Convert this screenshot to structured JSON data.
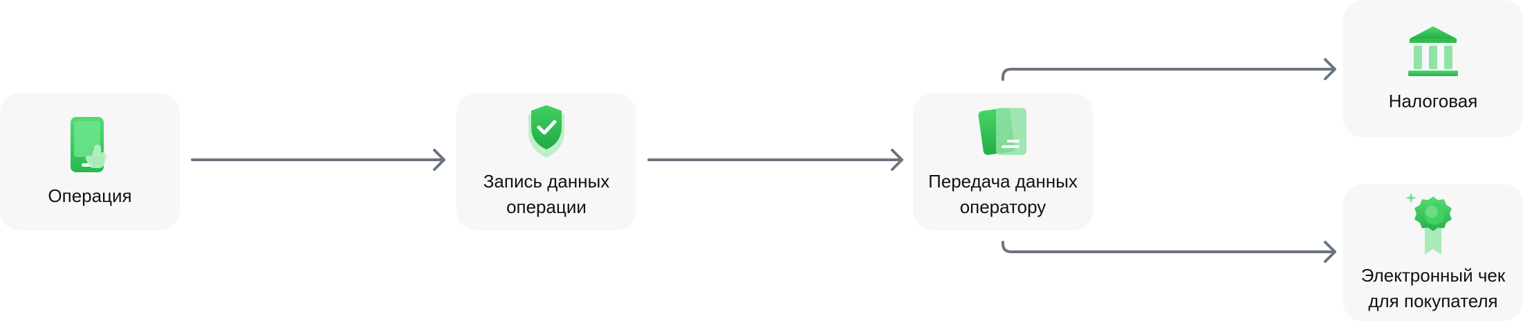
{
  "diagram": {
    "nodes": [
      {
        "id": "operation",
        "label": "Операция",
        "icon": "phone-tap-icon"
      },
      {
        "id": "record",
        "label": "Запись данных\nоперации",
        "icon": "shield-check-icon"
      },
      {
        "id": "transfer",
        "label": "Передача данных\nоператору",
        "icon": "documents-icon"
      },
      {
        "id": "tax",
        "label": "Налоговая",
        "icon": "bank-building-icon"
      },
      {
        "id": "receipt",
        "label": "Электронный чек\nдля покупателя",
        "icon": "award-badge-icon"
      }
    ],
    "edges": [
      {
        "from": "operation",
        "to": "record"
      },
      {
        "from": "record",
        "to": "transfer"
      },
      {
        "from": "transfer",
        "to": "tax"
      },
      {
        "from": "transfer",
        "to": "receipt"
      }
    ],
    "colors": {
      "accent": "#35c759",
      "accent_light": "#8fe3a6",
      "card_bg": "#f7f7f7",
      "arrow": "#6b7480",
      "text": "#111111"
    }
  }
}
